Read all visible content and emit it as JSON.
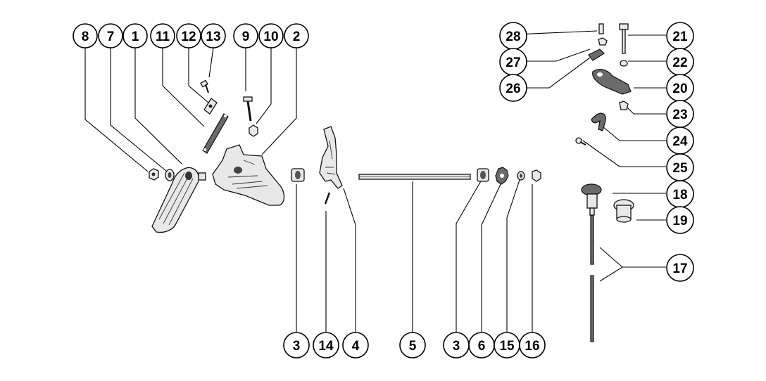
{
  "diagram": {
    "callouts": [
      {
        "id": "c8",
        "label": "8"
      },
      {
        "id": "c7",
        "label": "7"
      },
      {
        "id": "c1",
        "label": "1"
      },
      {
        "id": "c11",
        "label": "11"
      },
      {
        "id": "c12",
        "label": "12"
      },
      {
        "id": "c13",
        "label": "13"
      },
      {
        "id": "c9",
        "label": "9"
      },
      {
        "id": "c10",
        "label": "10"
      },
      {
        "id": "c2",
        "label": "2"
      },
      {
        "id": "c28",
        "label": "28"
      },
      {
        "id": "c21",
        "label": "21"
      },
      {
        "id": "c27",
        "label": "27"
      },
      {
        "id": "c22",
        "label": "22"
      },
      {
        "id": "c26",
        "label": "26"
      },
      {
        "id": "c20",
        "label": "20"
      },
      {
        "id": "c23",
        "label": "23"
      },
      {
        "id": "c24",
        "label": "24"
      },
      {
        "id": "c25",
        "label": "25"
      },
      {
        "id": "c18",
        "label": "18"
      },
      {
        "id": "c19",
        "label": "19"
      },
      {
        "id": "c17",
        "label": "17"
      },
      {
        "id": "c3a",
        "label": "3"
      },
      {
        "id": "c14",
        "label": "14"
      },
      {
        "id": "c4",
        "label": "4"
      },
      {
        "id": "c5",
        "label": "5"
      },
      {
        "id": "c3b",
        "label": "3"
      },
      {
        "id": "c6",
        "label": "6"
      },
      {
        "id": "c15",
        "label": "15"
      },
      {
        "id": "c16",
        "label": "16"
      }
    ]
  }
}
